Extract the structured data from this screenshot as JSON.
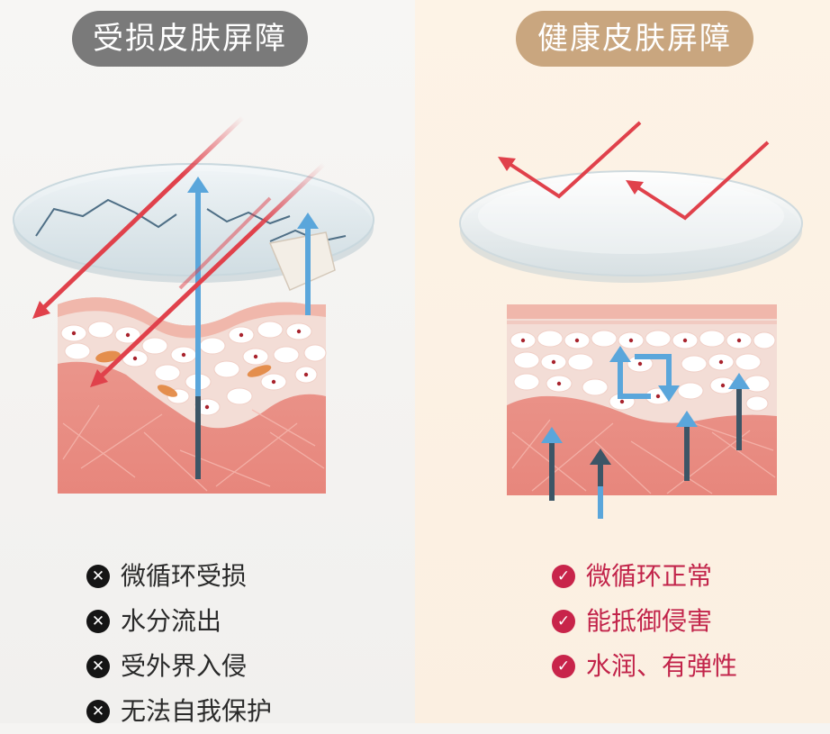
{
  "damaged": {
    "title": "受损皮肤屏障",
    "items": [
      "微循环受损",
      "水分流出",
      "受外界入侵",
      "无法自我保护"
    ]
  },
  "healthy": {
    "title": "健康皮肤屏障",
    "items": [
      "微循环正常",
      "能抵御侵害",
      "水润、有弹性"
    ]
  },
  "icons": {
    "damaged_mark": "x-circle-icon",
    "healthy_mark": "check-circle-icon"
  },
  "colors": {
    "damaged_title_bg": "#7a7a7a",
    "healthy_title_bg": "#c9a67f",
    "healthy_text": "#c2244a",
    "threat_arrow": "#e0414b",
    "moisture_arrow": "#5aa6db",
    "skin": "#e88f86"
  }
}
